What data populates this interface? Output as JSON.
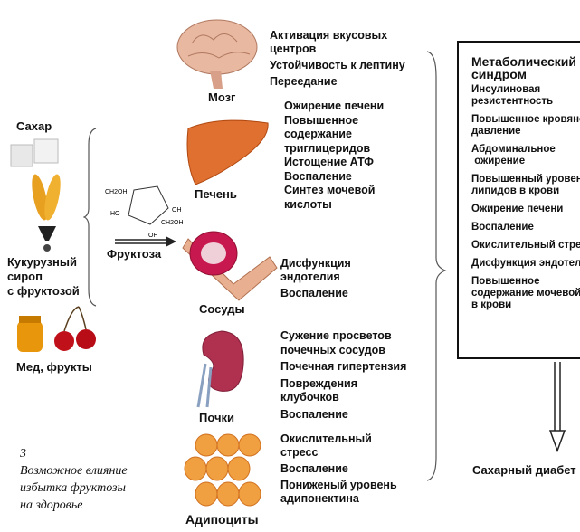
{
  "sources": {
    "sugar": "Сахар",
    "corn_syrup": [
      "Кукурузный",
      "сироп",
      "с фруктозой"
    ],
    "honey_fruits": "Мед, фрукты",
    "fructose": "Фруктоза"
  },
  "organs": [
    {
      "name": "Мозг",
      "effects": [
        "Активация вкусовых",
        "центров",
        "Устойчивость к лептину",
        "Переедание"
      ]
    },
    {
      "name": "Печень",
      "effects": [
        "Ожирение печени",
        "Повышенное",
        "содержание",
        "триглицеридов",
        "Истощение АТФ",
        "Воспаление",
        "Синтез мочевой",
        "кислоты"
      ]
    },
    {
      "name": "Сосуды",
      "effects": [
        "Дисфункция",
        "эндотелия",
        "Воспаление"
      ]
    },
    {
      "name": "Почки",
      "effects": [
        "Сужение просветов",
        "почечных сосудов",
        "Почечная гипертензия",
        "Повреждения",
        "клубочков",
        "Воспаление"
      ]
    },
    {
      "name": "Адипоциты",
      "effects": [
        "Окислительный",
        "стресс",
        "Воспаление",
        "Пониженый уровень",
        "адипонектина"
      ]
    }
  ],
  "syndrome": {
    "title": [
      "Метаболический",
      "синдром"
    ],
    "items": [
      "Инсулиновая\nрезистентность",
      "Повышенное кровяное\nдавление",
      "Абдоминальное\n ожирение",
      "Повышенный уровень\nлипидов в крови",
      "Ожирение печени",
      "Воспаление",
      "Окислительный стресс",
      "Дисфункция эндотелия",
      "Повышенное\nсодержание мочевой кислоты\nв крови"
    ]
  },
  "outcome": "Сахарный диабет",
  "caption": {
    "number": "3",
    "lines": [
      "Возможное влияние",
      "избытка фруктозы",
      "на здоровье"
    ]
  }
}
